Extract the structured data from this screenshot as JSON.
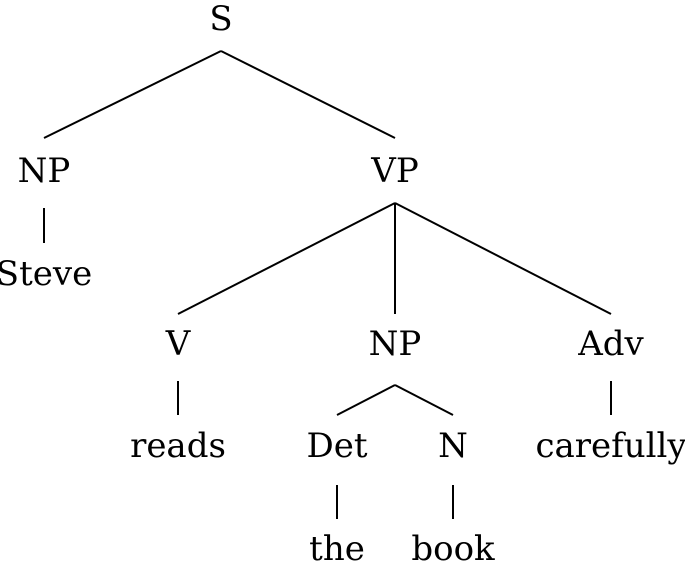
{
  "tree": {
    "nodes": [
      {
        "id": "s",
        "label": "S"
      },
      {
        "id": "np1",
        "label": "NP"
      },
      {
        "id": "vp",
        "label": "VP"
      },
      {
        "id": "steve",
        "label": "Steve"
      },
      {
        "id": "v",
        "label": "V"
      },
      {
        "id": "np2",
        "label": "NP"
      },
      {
        "id": "adv",
        "label": "Adv"
      },
      {
        "id": "reads",
        "label": "reads"
      },
      {
        "id": "det",
        "label": "Det"
      },
      {
        "id": "n",
        "label": "N"
      },
      {
        "id": "carefully",
        "label": "carefully"
      },
      {
        "id": "the",
        "label": "the"
      },
      {
        "id": "book",
        "label": "book"
      }
    ],
    "edges": [
      [
        "s",
        "np1"
      ],
      [
        "s",
        "vp"
      ],
      [
        "np1",
        "steve"
      ],
      [
        "vp",
        "v"
      ],
      [
        "vp",
        "np2"
      ],
      [
        "vp",
        "adv"
      ],
      [
        "v",
        "reads"
      ],
      [
        "np2",
        "det"
      ],
      [
        "np2",
        "n"
      ],
      [
        "adv",
        "carefully"
      ],
      [
        "det",
        "the"
      ],
      [
        "n",
        "book"
      ]
    ]
  }
}
